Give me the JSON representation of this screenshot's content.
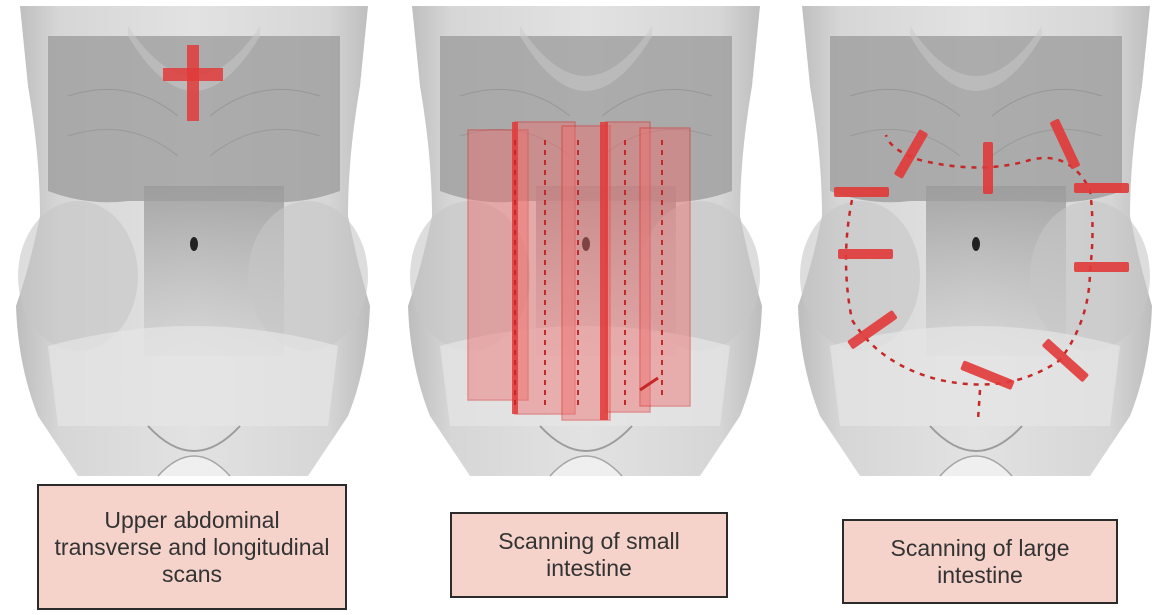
{
  "colors": {
    "caption_bg": "#f5d3cb",
    "scan_marker": "#e23a3a",
    "scan_band_fill": "#ef6b6b",
    "torso_skin": "#cfcfcf",
    "torso_shadow": "#8f8f8f"
  },
  "panels": [
    {
      "caption": "Upper abdominal transverse and longitudinal scans",
      "marker_style": "cross"
    },
    {
      "caption": "Scanning of small intestine",
      "marker_style": "overlapping-vertical-bands"
    },
    {
      "caption": "Scanning of large intestine",
      "marker_style": "probe-marks-along-colon"
    }
  ]
}
